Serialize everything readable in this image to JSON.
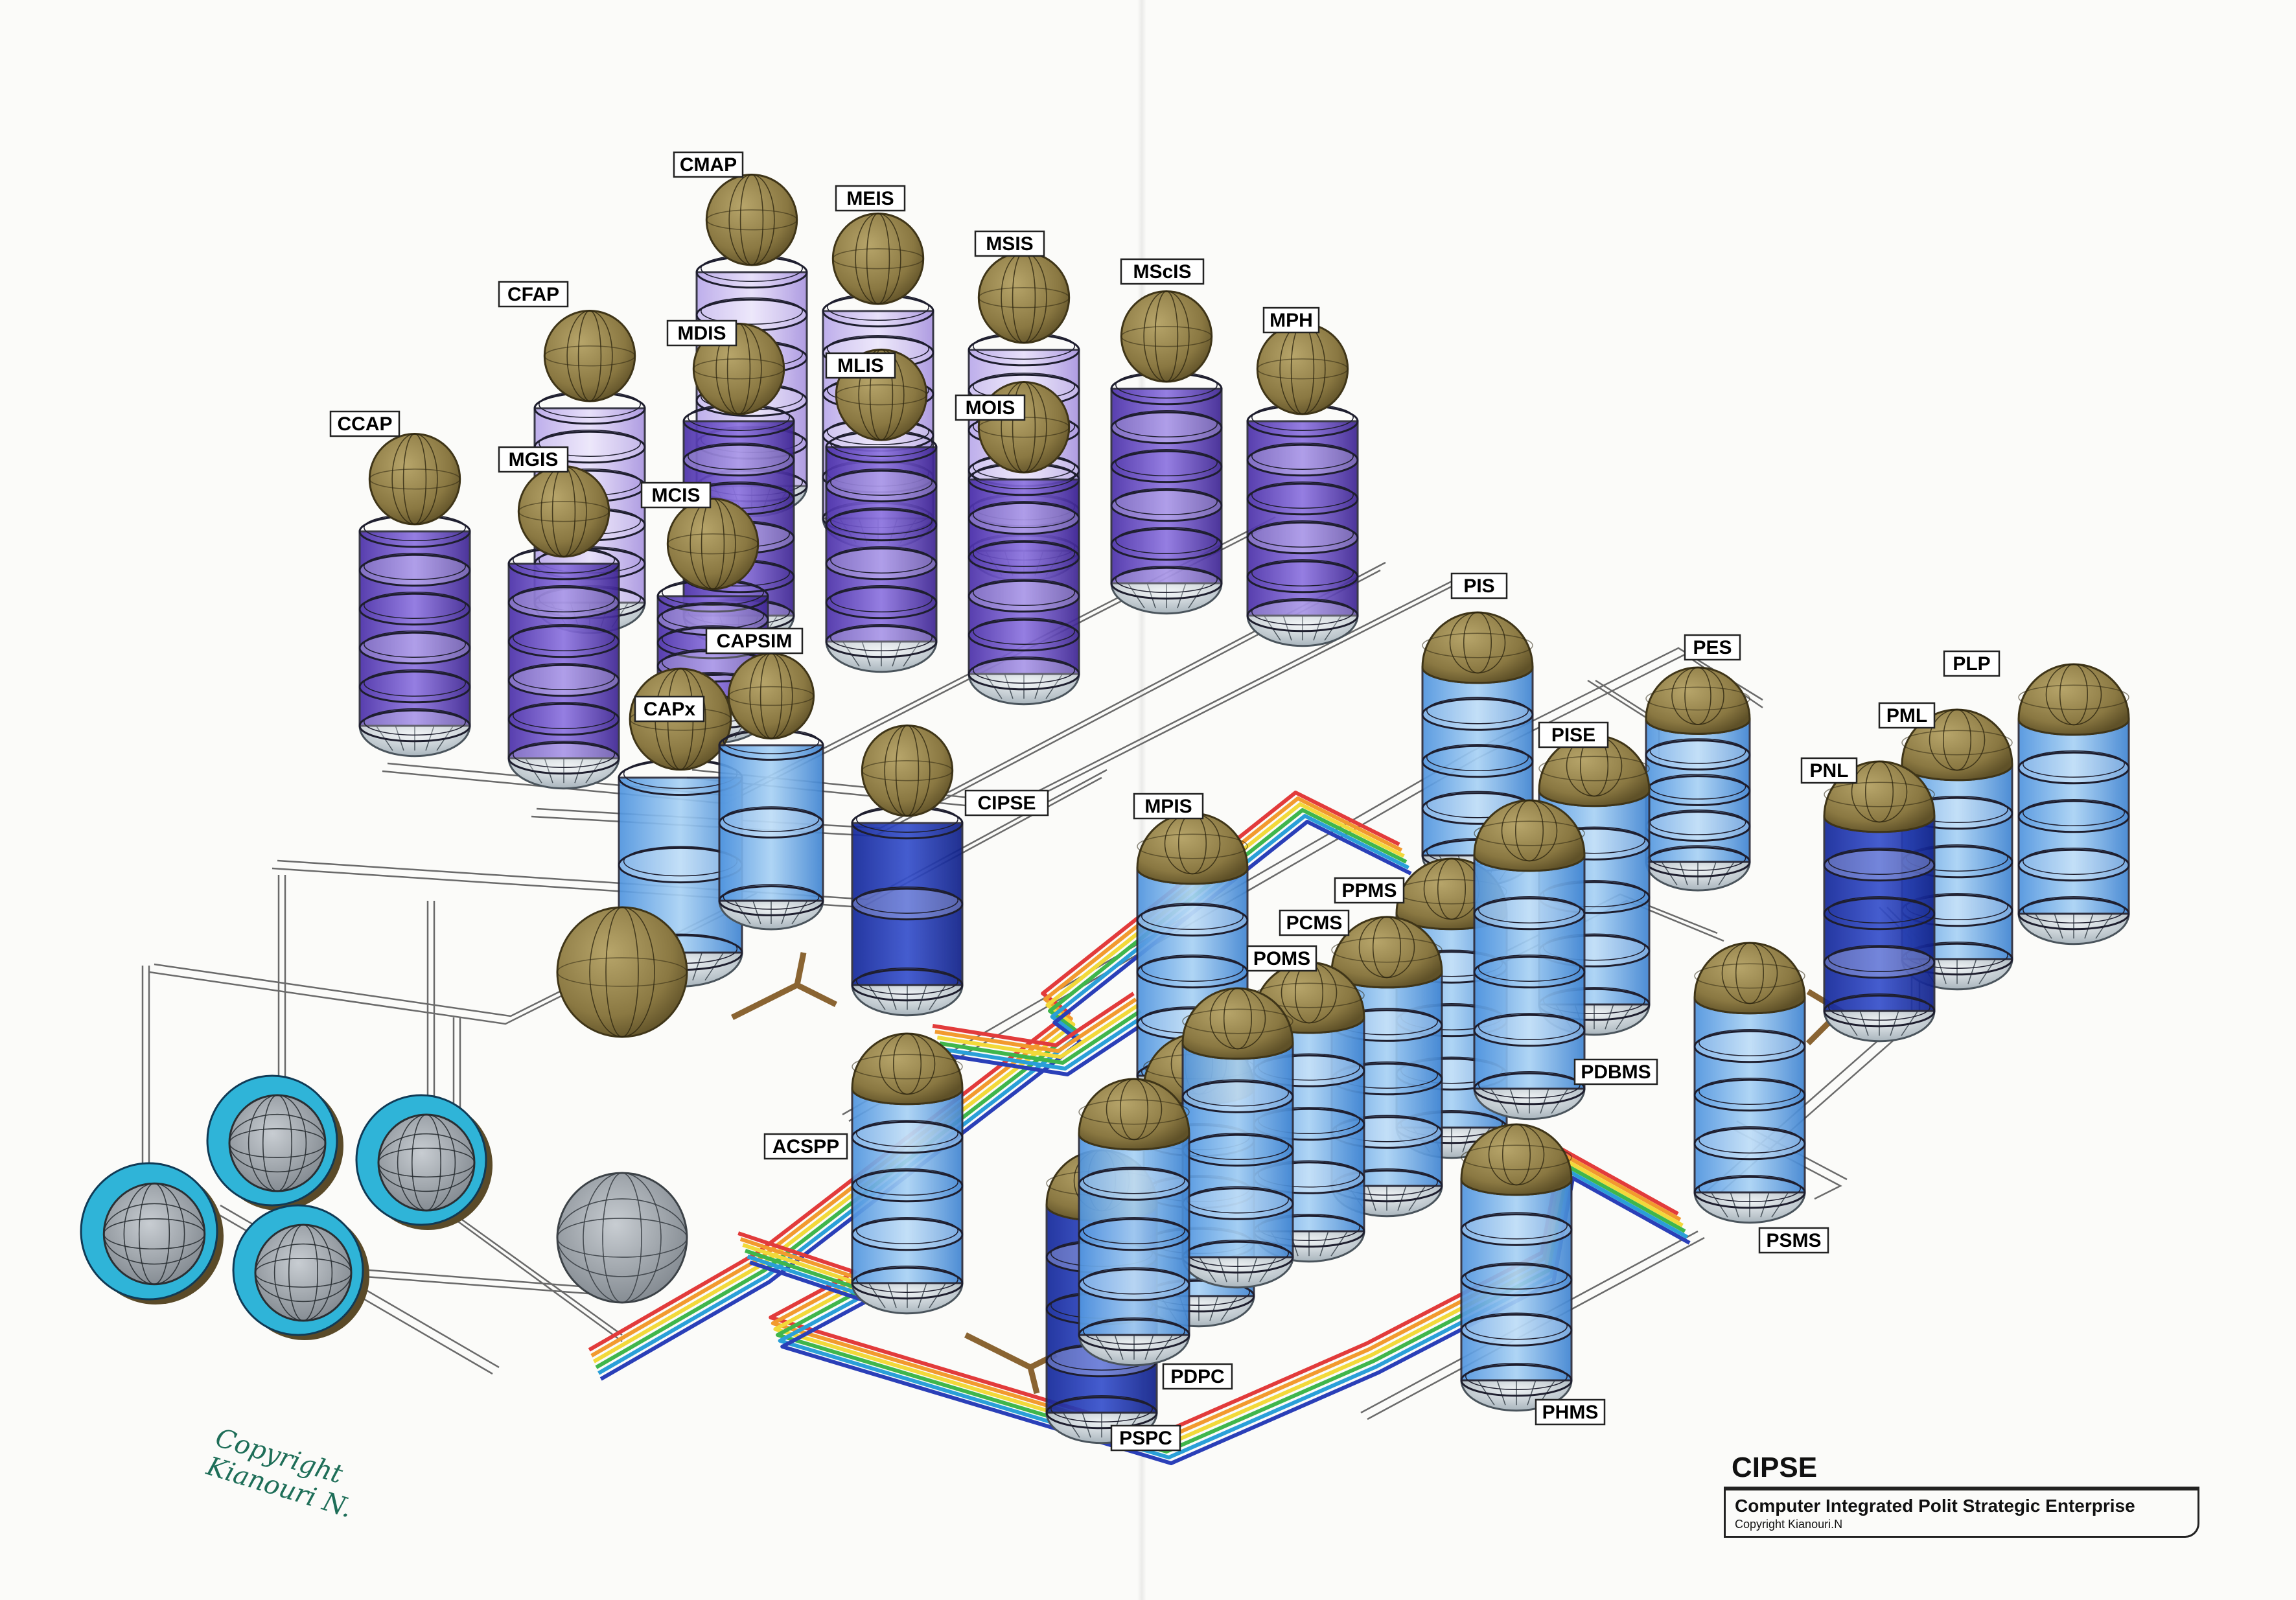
{
  "diagram": {
    "nodes": [
      {
        "id": "cmap",
        "label": "CMAP"
      },
      {
        "id": "meis",
        "label": "MEIS"
      },
      {
        "id": "msis",
        "label": "MSIS"
      },
      {
        "id": "mscis",
        "label": "MScIS"
      },
      {
        "id": "mph",
        "label": "MPH"
      },
      {
        "id": "cfap",
        "label": "CFAP"
      },
      {
        "id": "mdis",
        "label": "MDIS"
      },
      {
        "id": "mlis",
        "label": "MLIS"
      },
      {
        "id": "mois",
        "label": "MOIS"
      },
      {
        "id": "ccap",
        "label": "CCAP"
      },
      {
        "id": "mgis",
        "label": "MGIS"
      },
      {
        "id": "mcis",
        "label": "MCIS"
      },
      {
        "id": "capsim",
        "label": "CAPSIM"
      },
      {
        "id": "capx",
        "label": "CAPx"
      },
      {
        "id": "cipse",
        "label": "CIPSE"
      },
      {
        "id": "mpis",
        "label": "MPIS"
      },
      {
        "id": "pis",
        "label": "PIS"
      },
      {
        "id": "pes",
        "label": "PES"
      },
      {
        "id": "plp",
        "label": "PLP"
      },
      {
        "id": "pise",
        "label": "PISE"
      },
      {
        "id": "pml",
        "label": "PML"
      },
      {
        "id": "pnl",
        "label": "PNL"
      },
      {
        "id": "ppms",
        "label": "PPMS"
      },
      {
        "id": "pcms",
        "label": "PCMS"
      },
      {
        "id": "poms",
        "label": "POMS"
      },
      {
        "id": "pdbms",
        "label": "PDBMS"
      },
      {
        "id": "acspp",
        "label": "ACSPP"
      },
      {
        "id": "psms",
        "label": "PSMS"
      },
      {
        "id": "phms",
        "label": "PHMS"
      },
      {
        "id": "pdpc",
        "label": "PDPC"
      },
      {
        "id": "pspc",
        "label": "PSPC"
      }
    ],
    "handwritten_copyright": [
      "Copyright",
      "Kianouri N."
    ],
    "colors": {
      "dome": "#8f7f4a",
      "purple": "#6a4fc4",
      "blue_light": "#7fb6ea",
      "blue_dark": "#1f3fb8",
      "base": "#b9c4cc",
      "cyan": "#2fb4d8",
      "ribbon": [
        "#e23b3b",
        "#f29a2e",
        "#f2d93a",
        "#3fb64c",
        "#2a9fd8",
        "#2a3fb8"
      ]
    }
  },
  "title_block": {
    "title": "CIPSE",
    "subtitle": "Computer Integrated Polit Strategic Enterprise",
    "copyright": "Copyright  Kianouri.N"
  }
}
